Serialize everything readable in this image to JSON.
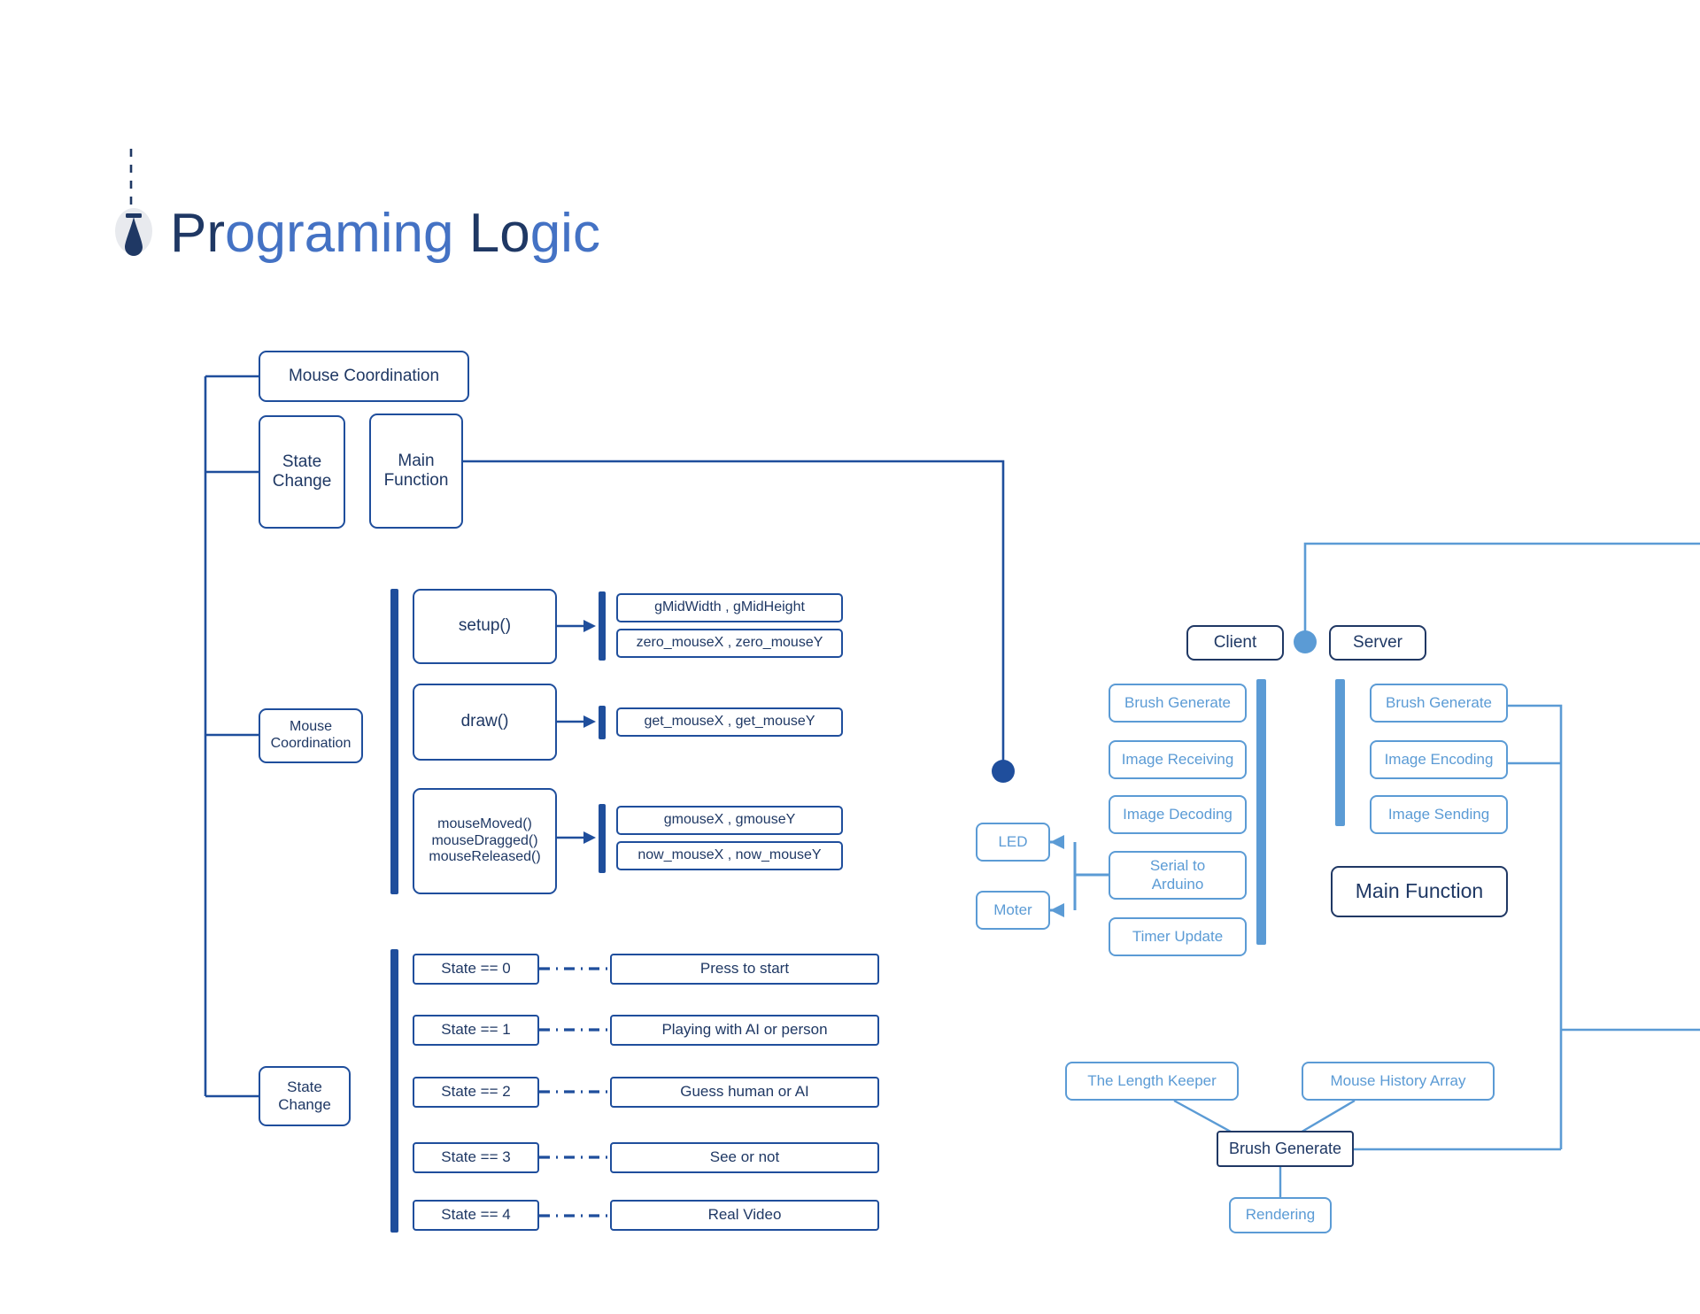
{
  "page": {
    "title_parts": [
      {
        "text": "Pr",
        "color": "#1f3864"
      },
      {
        "text": "ograming",
        "color": "#4472c4"
      },
      {
        "text": " Lo",
        "color": "#1f3864"
      },
      {
        "text": "gic",
        "color": "#4472c4"
      }
    ],
    "title_plain": "Programing Logic",
    "colors": {
      "dark_navy": "#1f3864",
      "mid_blue": "#1f4e9c",
      "accent_blue": "#4472c4",
      "light_blue": "#5b9bd5",
      "background": "#ffffff"
    }
  },
  "left_tree": {
    "root_nodes": [
      {
        "label": "Mouse Coordination"
      },
      {
        "label": "State\nChange"
      },
      {
        "label": "Main\nFunction"
      },
      {
        "label": "Mouse\nCoordination"
      },
      {
        "label": "State\nChange"
      }
    ],
    "node_mouse_coordination_top": "Mouse Coordination",
    "node_state_change_top": "State Change",
    "node_main_function": "Main Function",
    "node_mouse_coordination_mid": "Mouse Coordination",
    "node_state_change_bottom": "State Change"
  },
  "functions_group": {
    "items": [
      {
        "name": "setup()",
        "outputs": [
          "gMidWidth , gMidHeight",
          "zero_mouseX , zero_mouseY"
        ]
      },
      {
        "name": "draw()",
        "outputs": [
          "get_mouseX , get_mouseY"
        ]
      },
      {
        "name": "mouseMoved()\nmouseDragged()\nmouseReleased()",
        "name_lines": [
          "mouseMoved()",
          "mouseDragged()",
          "mouseReleased()"
        ],
        "outputs": [
          "gmouseX , gmouseY",
          "now_mouseX , now_mouseY"
        ]
      }
    ]
  },
  "state_group": {
    "rows": [
      {
        "state": "State == 0",
        "desc": "Press to start"
      },
      {
        "state": "State == 1",
        "desc": "Playing with AI or person"
      },
      {
        "state": "State == 2",
        "desc": "Guess human or AI"
      },
      {
        "state": "State == 3",
        "desc": "See or not"
      },
      {
        "state": "State == 4",
        "desc": "Real Video"
      }
    ]
  },
  "network": {
    "client": {
      "title": "Client",
      "items": [
        "Brush Generate",
        "Image Receiving",
        "Image Decoding",
        "Serial to\nArduino",
        "Timer Update"
      ],
      "serial_label_lines": [
        "Serial to",
        "Arduino"
      ]
    },
    "server": {
      "title": "Server",
      "items": [
        "Brush Generate",
        "Image Encoding",
        "Image Sending"
      ],
      "main_function": "Main Function"
    },
    "hardware": [
      {
        "label": "LED"
      },
      {
        "label": "Moter"
      }
    ]
  },
  "brush_section": {
    "inputs": [
      "The Length Keeper",
      "Mouse History Array"
    ],
    "center": "Brush Generate",
    "output": "Rendering"
  }
}
